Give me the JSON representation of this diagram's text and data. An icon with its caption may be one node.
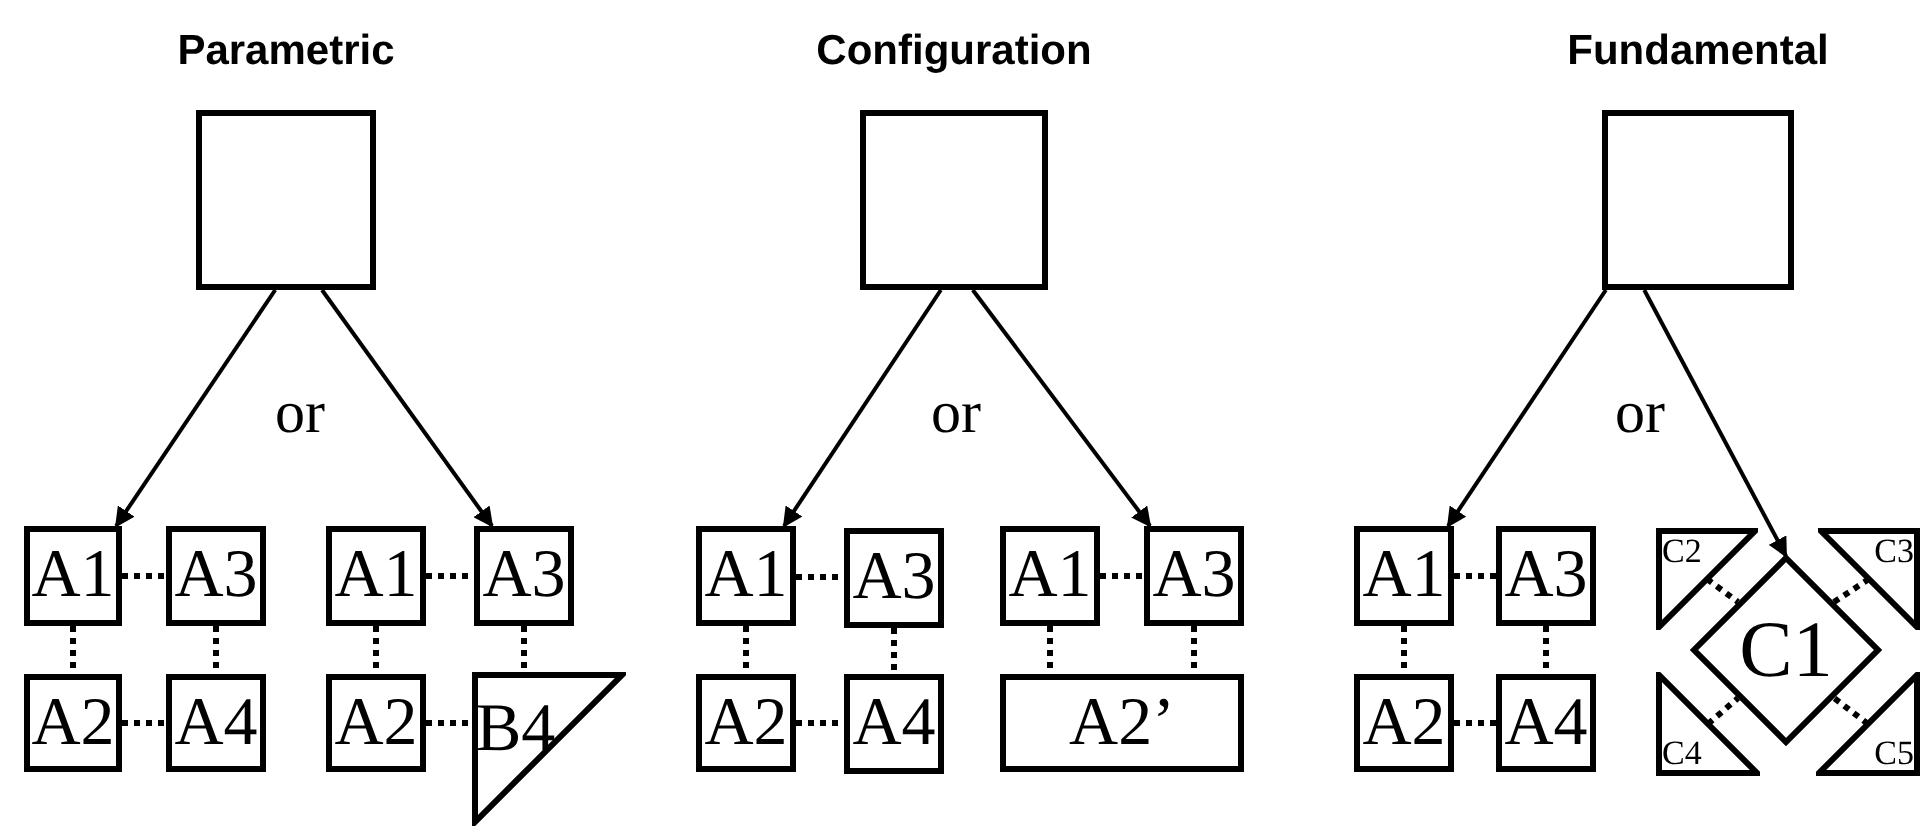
{
  "diagram": {
    "nodes": [
      {
        "text": [
          "Parametric"
        ]
      },
      {
        "text": [
          "Configuration"
        ]
      },
      {
        "text": [
          "Fundamental"
        ]
      },
      {
        "text": [
          "A1"
        ]
      },
      {
        "text": [
          "A3"
        ]
      },
      {
        "text": [
          "A2"
        ]
      },
      {
        "text": [
          "A4"
        ]
      },
      {
        "text": [
          "A1"
        ]
      },
      {
        "text": [
          "A3"
        ]
      },
      {
        "text": [
          "A2"
        ]
      },
      {
        "text": [
          "B4"
        ]
      },
      {
        "text": [
          "A1"
        ]
      },
      {
        "text": [
          "A3"
        ]
      },
      {
        "text": [
          "A2"
        ]
      },
      {
        "text": [
          "A4"
        ]
      },
      {
        "text": [
          "A1"
        ]
      },
      {
        "text": [
          "A3"
        ]
      },
      {
        "text": [
          "A2’"
        ]
      },
      {
        "text": [
          "A1"
        ]
      },
      {
        "text": [
          "A3"
        ]
      },
      {
        "text": [
          "A2"
        ]
      },
      {
        "text": [
          "A4"
        ]
      },
      {
        "text": [
          "C2"
        ]
      },
      {
        "text": [
          "C3"
        ]
      },
      {
        "text": [
          "C1"
        ]
      },
      {
        "text": [
          "C4"
        ]
      },
      {
        "text": [
          "C5"
        ]
      }
    ],
    "edges": [
      {
        "from": 0,
        "to": 3,
        "arrow": "to"
      },
      {
        "from": 0,
        "to": 8,
        "arrow": "to"
      },
      {
        "from": 1,
        "to": 11,
        "arrow": "to"
      },
      {
        "from": 1,
        "to": 16,
        "arrow": "to"
      },
      {
        "from": 2,
        "to": 18,
        "arrow": "to"
      },
      {
        "from": 2,
        "to": 24,
        "arrow": "to"
      },
      {
        "from": 3,
        "to": 4,
        "arrow": "none",
        "style": "dashed"
      },
      {
        "from": 3,
        "to": 5,
        "arrow": "none",
        "style": "dashed"
      },
      {
        "from": 4,
        "to": 6,
        "arrow": "none",
        "style": "dashed"
      },
      {
        "from": 5,
        "to": 6,
        "arrow": "none",
        "style": "dashed"
      },
      {
        "from": 7,
        "to": 8,
        "arrow": "none",
        "style": "dashed"
      },
      {
        "from": 7,
        "to": 9,
        "arrow": "none",
        "style": "dashed"
      },
      {
        "from": 8,
        "to": 10,
        "arrow": "none",
        "style": "dashed"
      },
      {
        "from": 9,
        "to": 10,
        "arrow": "none",
        "style": "dashed"
      },
      {
        "from": 11,
        "to": 12,
        "arrow": "none",
        "style": "dashed"
      },
      {
        "from": 11,
        "to": 13,
        "arrow": "none",
        "style": "dashed"
      },
      {
        "from": 12,
        "to": 14,
        "arrow": "none",
        "style": "dashed"
      },
      {
        "from": 13,
        "to": 14,
        "arrow": "none",
        "style": "dashed"
      },
      {
        "from": 15,
        "to": 16,
        "arrow": "none",
        "style": "dashed"
      },
      {
        "from": 15,
        "to": 17,
        "arrow": "none",
        "style": "dashed"
      },
      {
        "from": 16,
        "to": 17,
        "arrow": "none",
        "style": "dashed"
      },
      {
        "from": 18,
        "to": 19,
        "arrow": "none",
        "style": "dashed"
      },
      {
        "from": 18,
        "to": 20,
        "arrow": "none",
        "style": "dashed"
      },
      {
        "from": 19,
        "to": 21,
        "arrow": "none",
        "style": "dashed"
      },
      {
        "from": 20,
        "to": 21,
        "arrow": "none",
        "style": "dashed"
      },
      {
        "from": 22,
        "to": 24,
        "arrow": "none",
        "style": "dashed"
      },
      {
        "from": 23,
        "to": 24,
        "arrow": "none",
        "style": "dashed"
      },
      {
        "from": 25,
        "to": 24,
        "arrow": "none",
        "style": "dashed"
      },
      {
        "from": 26,
        "to": 24,
        "arrow": "none",
        "style": "dashed"
      }
    ],
    "labels": [
      "or",
      "or",
      "or"
    ]
  }
}
